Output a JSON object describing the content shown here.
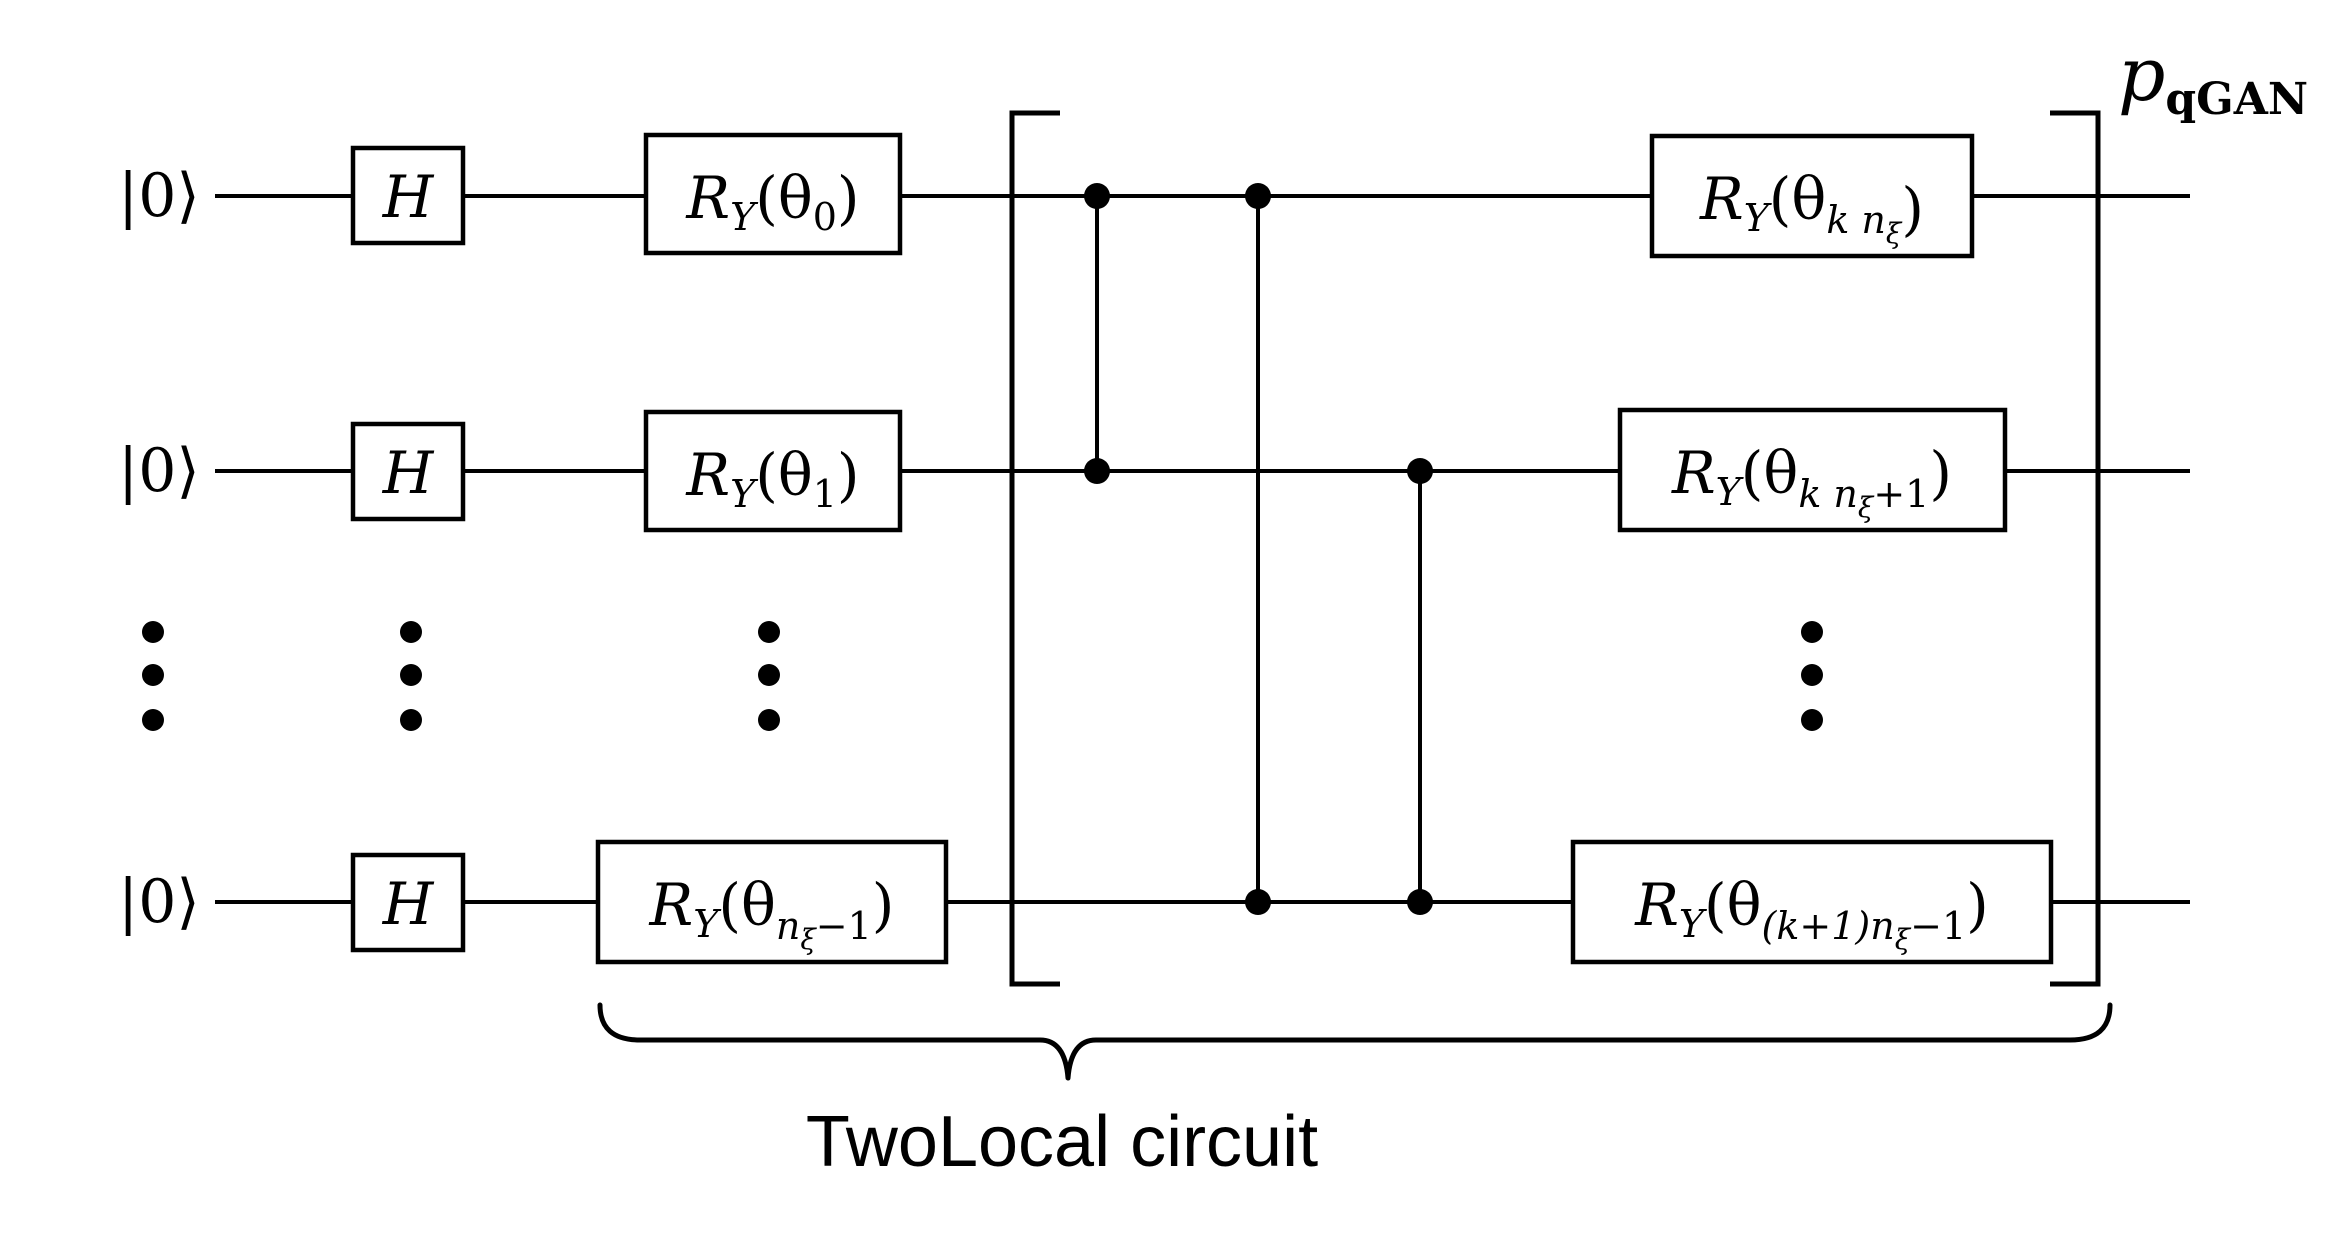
{
  "inputs": {
    "ket_0": "|0⟩",
    "ket_1": "|0⟩",
    "ket_2": "|0⟩"
  },
  "hadamard": {
    "label": "H"
  },
  "rotations": {
    "first_layer": [
      {
        "base": "R",
        "sub": "Y",
        "open": "(θ",
        "idx": "0",
        "idx2": "",
        "close": ")"
      },
      {
        "base": "R",
        "sub": "Y",
        "open": "(θ",
        "idx": "1",
        "idx2": "",
        "close": ")"
      },
      {
        "base": "R",
        "sub": "Y",
        "open": "(θ",
        "idx": "n",
        "idx_sub": "ξ",
        "idx2": "−1",
        "close": ")"
      }
    ],
    "second_layer": [
      {
        "base": "R",
        "sub": "Y",
        "open": "(θ",
        "idx": "k n",
        "idx_sub": "ξ",
        "idx2": "",
        "close": ")"
      },
      {
        "base": "R",
        "sub": "Y",
        "open": "(θ",
        "idx": "k n",
        "idx_sub": "ξ",
        "idx2": "+1",
        "close": ")"
      },
      {
        "base": "R",
        "sub": "Y",
        "open": "(θ",
        "idx": "(k+1)n",
        "idx_sub": "ξ",
        "idx2": "−1",
        "close": ")"
      }
    ]
  },
  "output": {
    "label": "p",
    "sub": "qGAN"
  },
  "caption": "TwoLocal circuit"
}
